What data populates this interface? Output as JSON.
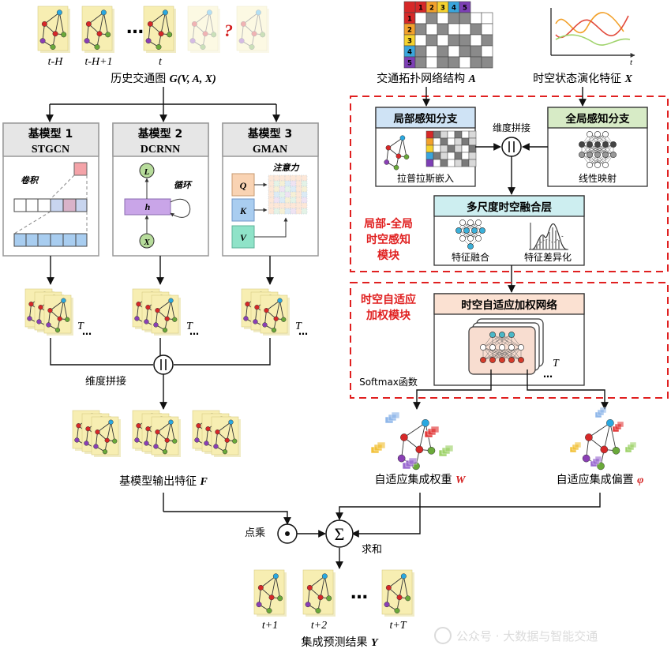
{
  "history": {
    "labels": [
      "t-H",
      "t-H+1",
      "t"
    ],
    "ellipsis": "…",
    "question_mark": "?",
    "caption": "历史交通图 G(V, A, X)"
  },
  "base_models": [
    {
      "title": "基模型 1",
      "name": "STGCN",
      "note": "卷积"
    },
    {
      "title": "基模型 2",
      "name": "DCRNN",
      "note": "循环",
      "symbols": [
        "L",
        "h",
        "X"
      ]
    },
    {
      "title": "基模型 3",
      "name": "GMAN",
      "note": "注意力",
      "symbols": [
        "Q",
        "K",
        "V"
      ]
    }
  ],
  "concat_left": "维度拼接",
  "output_T": "T",
  "base_output_caption": "基模型输出特征 F",
  "topology": {
    "caption": "交通拓扑网络结构 A",
    "row_labels": [
      "1",
      "2",
      "3",
      "4",
      "5"
    ],
    "col_labels": [
      "1",
      "2",
      "3",
      "4",
      "5"
    ]
  },
  "evolution": {
    "caption": "时空状态演化特征 X",
    "axis_t": "t"
  },
  "lg_module": {
    "label": "局部-全局\n时空感知\n模块",
    "local_title": "局部感知分支",
    "local_caption": "拉普拉斯嵌入",
    "global_title": "全局感知分支",
    "global_caption": "线性映射",
    "concat": "维度拼接",
    "fusion_title": "多尺度时空融合层",
    "fusion_left": "特征融合",
    "fusion_right": "特征差异化"
  },
  "aw_module": {
    "label": "时空自适应\n加权模块",
    "net_title": "时空自适应加权网络",
    "T": "T",
    "softmax": "Softmax函数"
  },
  "weights_caption": "自适应集成权重 W",
  "bias_caption": "自适应集成偏置 φ",
  "multiply": "点乘",
  "sum": "求和",
  "predictions": {
    "labels": [
      "t+1",
      "t+2",
      "t+T"
    ],
    "ellipsis": "…",
    "caption": "集成预测结果 Y"
  },
  "watermark": "公众号 · 大数据与智能交通",
  "colors": {
    "red_dash": "#e02020",
    "box_blue": "#cfe3f5",
    "box_green": "#d7ebc6",
    "box_cyan": "#cdeef0",
    "box_peach": "#fbe1d2",
    "panel_gray": "#e6e6e6",
    "graph_paper": "#f7eeb2"
  }
}
